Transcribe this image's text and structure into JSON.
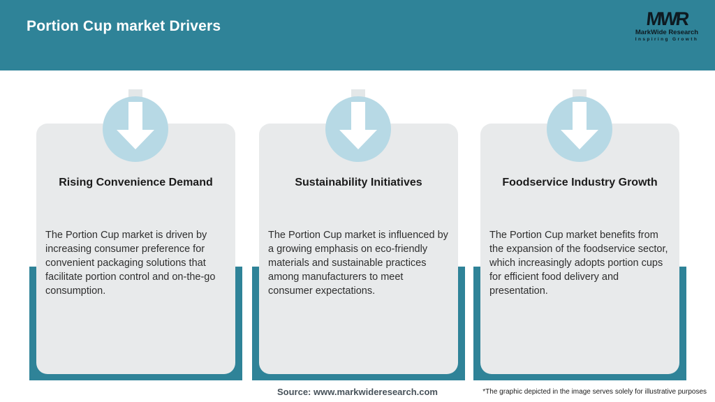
{
  "header": {
    "title": "Portion Cup market Drivers",
    "logo": {
      "monogram": "MWR",
      "name": "MarkWide Research",
      "tagline": "Inspiring Growth"
    }
  },
  "cards": [
    {
      "title": "Rising Convenience Demand",
      "body": "The Portion Cup market is driven by increasing consumer preference for convenient packaging solutions that facilitate portion control and on-the-go consumption."
    },
    {
      "title": "Sustainability Initiatives",
      "body": "The Portion Cup market is influenced by a growing emphasis on eco-friendly materials and sustainable practices among manufacturers to meet consumer expectations."
    },
    {
      "title": "Foodservice Industry Growth",
      "body": "The Portion Cup market benefits from the expansion of the foodservice sector, which increasingly adopts portion cups for efficient food delivery and presentation."
    }
  ],
  "footer": {
    "source": "Source: www.markwideresearch.com",
    "disclaimer": "*The graphic depicted in the image serves solely for illustrative purposes"
  },
  "colors": {
    "header_teal": "#2F8398",
    "card_background": "#E8EAEB",
    "arrow_circle_blue": "#B7D9E5",
    "arrow_white": "#FFFFFF",
    "title_text": "#FFFFFF",
    "card_text": "#2E2E2E",
    "source_text": "#47525A"
  }
}
